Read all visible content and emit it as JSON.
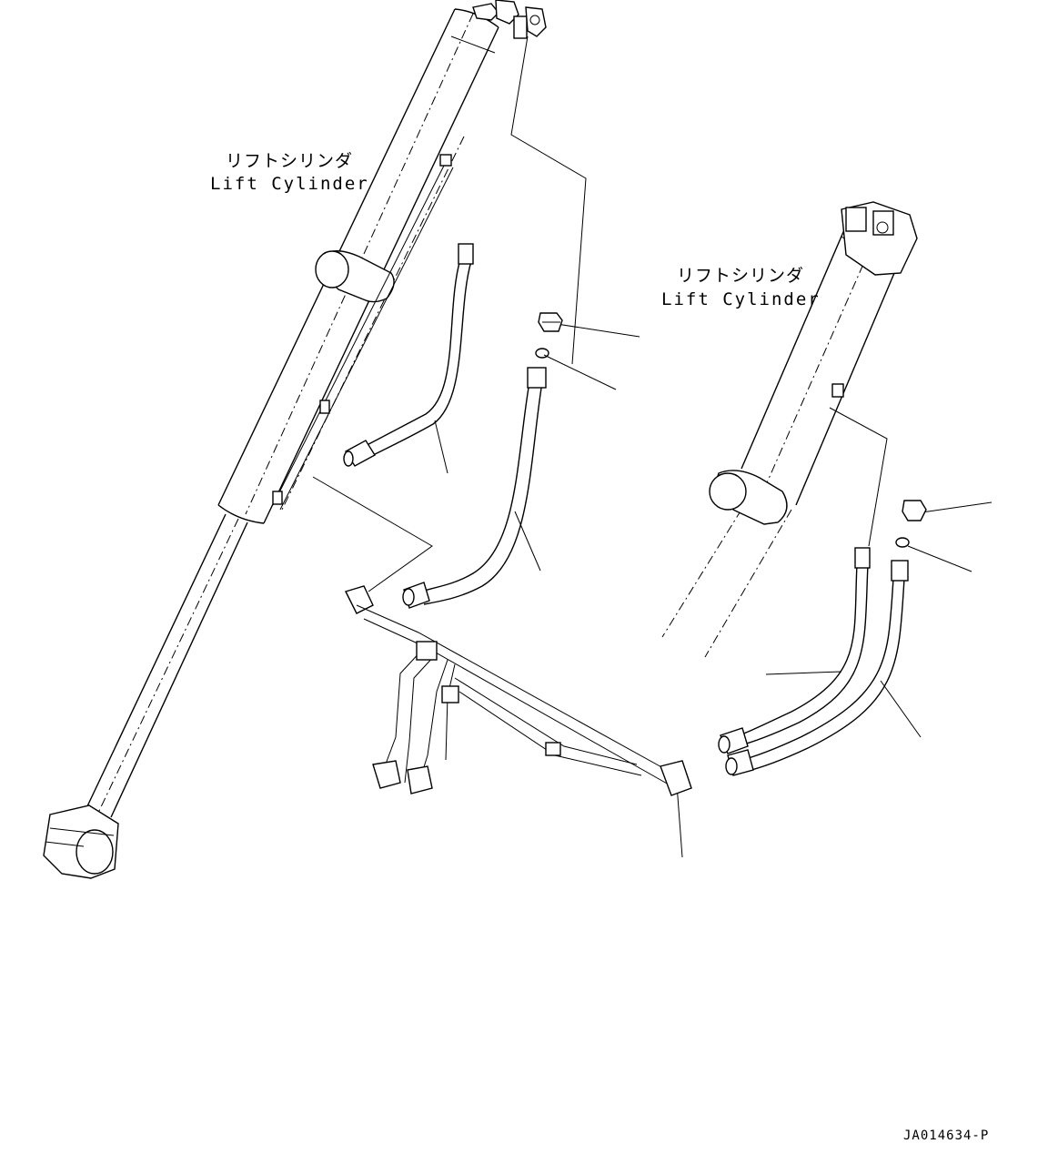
{
  "labels": {
    "left_cylinder": {
      "jp": "リフトシリンダ",
      "en": "Lift Cylinder"
    },
    "right_cylinder": {
      "jp": "リフトシリンダ",
      "en": "Lift Cylinder"
    }
  },
  "drawing_code": "JA014634-P"
}
